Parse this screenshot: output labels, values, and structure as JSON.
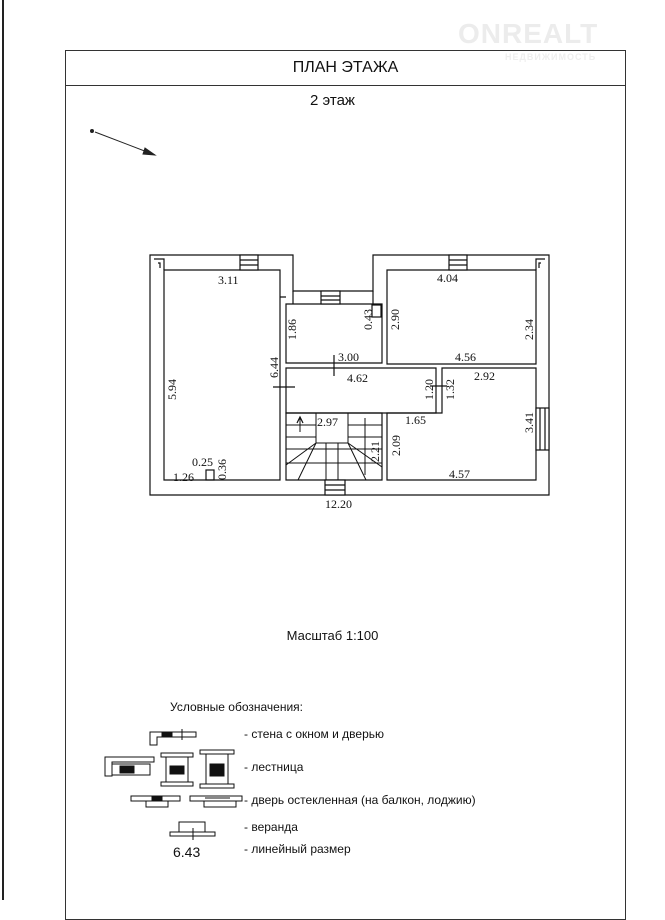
{
  "watermark": {
    "brand": "ONREALT",
    "sub": "НЕДВИЖИМОСТЬ"
  },
  "title": "ПЛАН ЭТАЖА",
  "floor": "2 этаж",
  "scale": "Масштаб 1:100",
  "dimensions": {
    "d311": "3.11",
    "d404": "4.04",
    "d043": "0.43",
    "d290": "2.90",
    "d234": "2.34",
    "d186": "1.86",
    "d300": "3.00",
    "d456": "4.56",
    "d644": "6.44",
    "d594": "5.94",
    "d462": "4.62",
    "d292": "2.92",
    "d120": "1.20",
    "d132": "1.32",
    "d297": "2.97",
    "d165": "1.65",
    "d341": "3.41",
    "d209": "2.09",
    "d221": "2.21",
    "d025": "0.25",
    "d036": "0.36",
    "d126": "1.26",
    "d457": "4.57",
    "d1220": "12.20"
  },
  "legend": {
    "heading": "Условные обозначения:",
    "items": [
      "- стена с окном  и дверью",
      "- лестница",
      "- дверь остекленная (на балкон, лоджию)",
      "- веранда",
      "- линейный размер"
    ],
    "sample_dimension": "6.43"
  }
}
